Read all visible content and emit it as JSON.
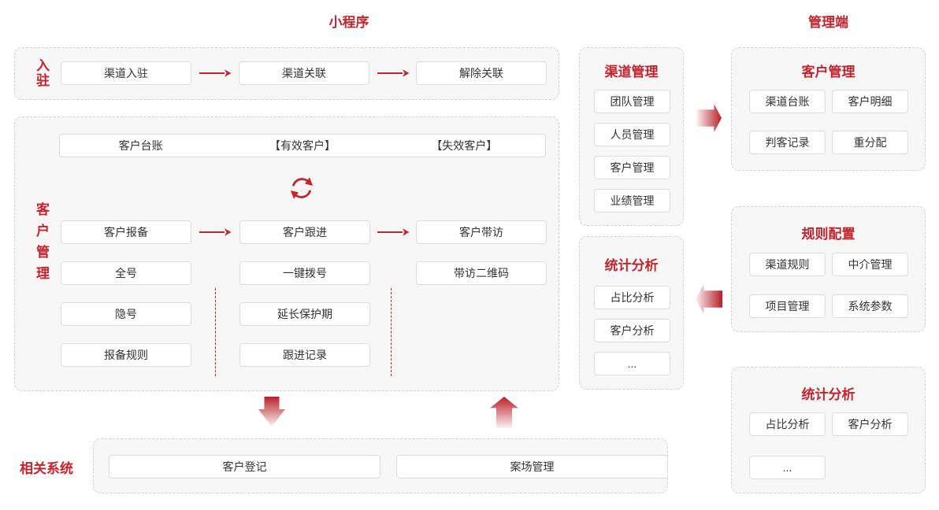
{
  "colors": {
    "accent": "#c5242e",
    "sectionBg": "#f7f7f7",
    "sectionBorder": "#d2d2d2",
    "boxBorder": "#dcdcdc",
    "text": "#333333"
  },
  "titles": {
    "miniProgram": "小程序",
    "admin": "管理端"
  },
  "onboarding": {
    "label": "入驻",
    "steps": [
      "渠道入驻",
      "渠道关联",
      "解除关联"
    ]
  },
  "customer": {
    "label": "客户管理",
    "ledger": [
      "客户台账",
      "【有效客户】",
      "【失效客户】"
    ],
    "flow": [
      "客户报备",
      "客户跟进",
      "客户带访"
    ],
    "col1": [
      "全号",
      "隐号",
      "报备规则"
    ],
    "col2": [
      "一键拨号",
      "延长保护期",
      "跟进记录"
    ],
    "col3": [
      "带访二维码"
    ]
  },
  "channelMgmt": {
    "title": "渠道管理",
    "items": [
      "团队管理",
      "人员管理",
      "客户管理",
      "业绩管理"
    ]
  },
  "statsMini": {
    "title": "统计分析",
    "items": [
      "占比分析",
      "客户分析",
      "..."
    ]
  },
  "adminCustomer": {
    "title": "客户管理",
    "items": [
      "渠道台账",
      "客户明细",
      "判客记录",
      "重分配"
    ]
  },
  "rules": {
    "title": "规则配置",
    "items": [
      "渠道规则",
      "中介管理",
      "项目管理",
      "系统参数"
    ]
  },
  "statsAdmin": {
    "title": "统计分析",
    "items": [
      "占比分析",
      "客户分析",
      "..."
    ]
  },
  "related": {
    "label": "相关系统",
    "items": [
      "客户登记",
      "案场管理"
    ]
  },
  "icons": {
    "refresh": "sync-cycle",
    "flowArrow": "thin-right-arrow",
    "blockRight": "block-arrow-right",
    "blockLeft": "block-arrow-left",
    "blockDown": "block-arrow-down",
    "blockUp": "block-arrow-up"
  }
}
